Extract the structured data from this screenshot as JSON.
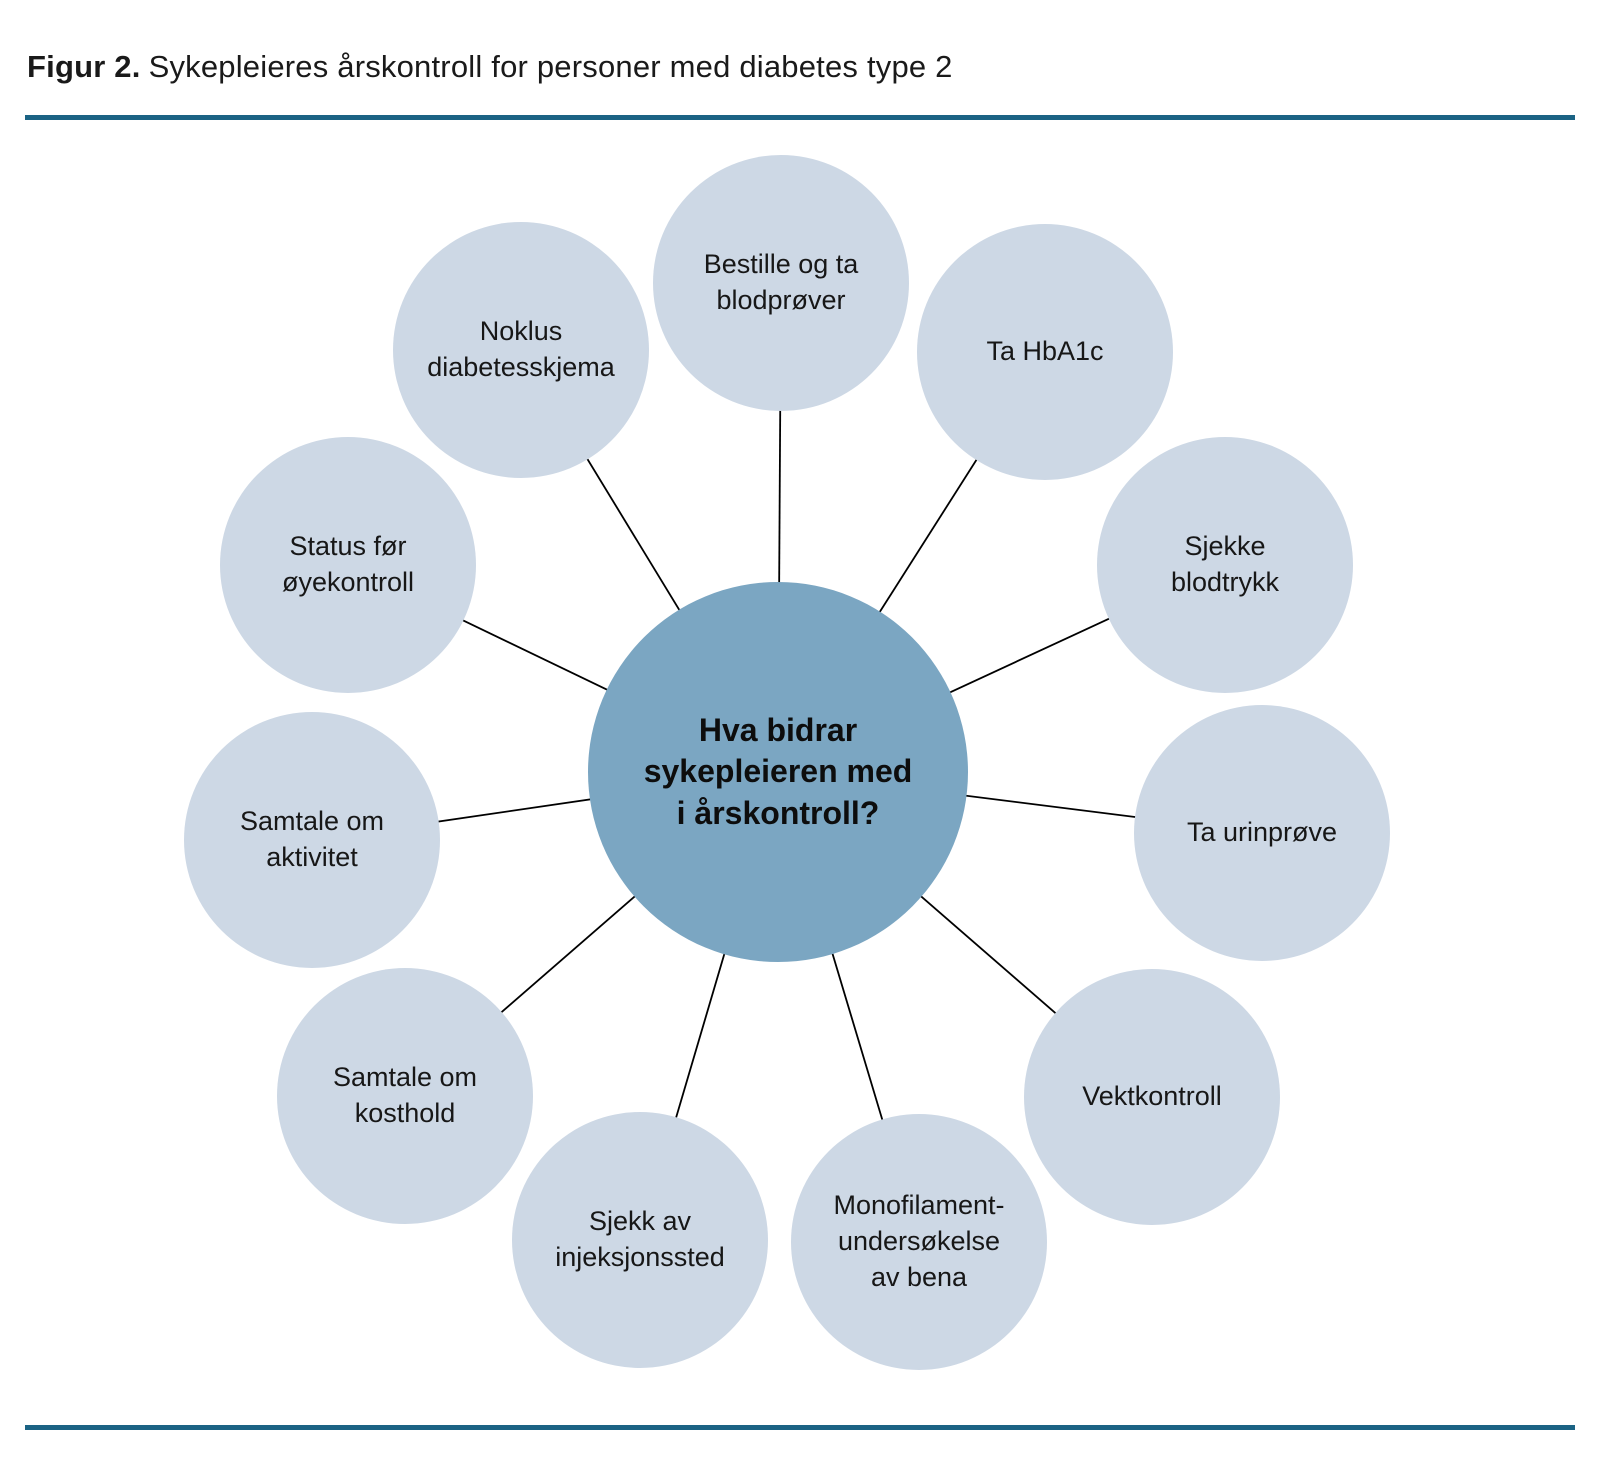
{
  "title": {
    "label": "Figur 2.",
    "text": "Sykepleieres årskontroll for personer med diabetes type 2"
  },
  "colors": {
    "rule": "#1b6384",
    "center_fill": "#7ba6c2",
    "satellite_fill": "#cdd8e5",
    "connector": "#000000",
    "text": "#171717"
  },
  "diagram": {
    "center": {
      "label": "Hva bidrar\nsykepleieren med\ni årskontroll?"
    },
    "satellites": [
      {
        "label": "Bestille og ta\nblodprøver"
      },
      {
        "label": "Ta HbA1c"
      },
      {
        "label": "Sjekke\nblodtrykk"
      },
      {
        "label": "Ta urinprøve"
      },
      {
        "label": "Vektkontroll"
      },
      {
        "label": "Monofilament-\nundersøkelse\nav bena"
      },
      {
        "label": "Sjekk av\ninjeksjonssted"
      },
      {
        "label": "Samtale om\nkosthold"
      },
      {
        "label": "Samtale om\naktivitet"
      },
      {
        "label": "Status før\nøyekontroll"
      },
      {
        "label": "Noklus\ndiabetesskjema"
      }
    ]
  }
}
